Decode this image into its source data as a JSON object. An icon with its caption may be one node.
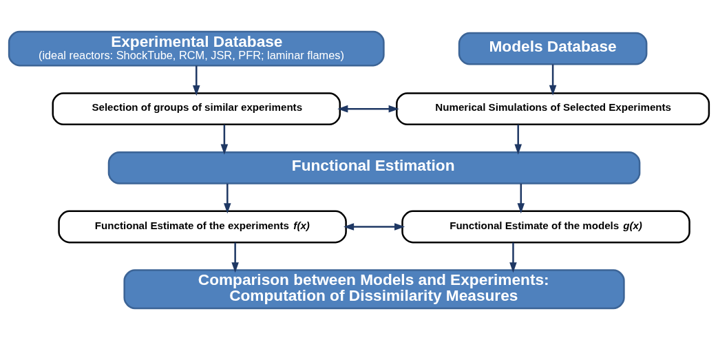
{
  "diagram": {
    "nodes": [
      {
        "text": [
          "Experimental Database",
          "(ideal reactors: ShockTube, RCM, JSR, PFR; laminar flames)"
        ]
      },
      {
        "text": [
          "Models Database"
        ]
      },
      {
        "text": [
          "Selection of groups of similar experiments"
        ]
      },
      {
        "text": [
          "Numerical Simulations of Selected Experiments"
        ]
      },
      {
        "text": [
          "Functional Estimation"
        ]
      },
      {
        "text": [
          "Functional Estimate of the experiments *f(x)*"
        ]
      },
      {
        "text": [
          "Functional Estimate of the models *g(x)*"
        ]
      },
      {
        "text": [
          "Comparison between Models and Experiments: Computation of Dissimilarity Measures"
        ]
      }
    ],
    "edges": [
      {
        "from": 0,
        "to": 2,
        "arrow": "to"
      },
      {
        "from": 1,
        "to": 3,
        "arrow": "to"
      },
      {
        "from": 2,
        "to": 3,
        "arrow": "both"
      },
      {
        "from": 2,
        "to": 4,
        "arrow": "to"
      },
      {
        "from": 3,
        "to": 4,
        "arrow": "to"
      },
      {
        "from": 4,
        "to": 5,
        "arrow": "to"
      },
      {
        "from": 4,
        "to": 6,
        "arrow": "to"
      },
      {
        "from": 5,
        "to": 6,
        "arrow": "both"
      },
      {
        "from": 5,
        "to": 7,
        "arrow": "to"
      },
      {
        "from": 6,
        "to": 7,
        "arrow": "to"
      }
    ]
  }
}
